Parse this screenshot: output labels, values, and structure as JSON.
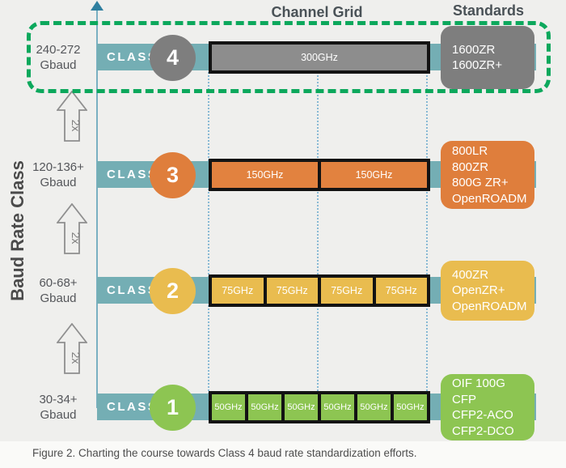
{
  "figure": {
    "channel_grid_title": "Channel Grid",
    "standards_title": "Standards",
    "y_axis_label": "Baud Rate Class",
    "scale_label": "2x",
    "caption": "Figure 2.  Charting the course towards Class 4 baud rate standardization efforts."
  },
  "rows": [
    {
      "class_word": "CLASS",
      "number": "4",
      "baud_range": "240-272",
      "baud_unit": "Gbaud",
      "cells": [
        "300GHz"
      ],
      "standards": [
        "1600ZR",
        "1600ZR+"
      ],
      "color": "#7e7e7e",
      "cell_color": "#8d8d8d",
      "highlighted": true
    },
    {
      "class_word": "CLASS",
      "number": "3",
      "baud_range": "120-136+",
      "baud_unit": "Gbaud",
      "cells": [
        "150GHz",
        "150GHz"
      ],
      "standards": [
        "800LR",
        "800ZR",
        "800G ZR+",
        "OpenROADM"
      ],
      "color": "#df7e3c",
      "cell_color": "#e2823f",
      "highlighted": false
    },
    {
      "class_word": "CLASS",
      "number": "2",
      "baud_range": "60-68+",
      "baud_unit": "Gbaud",
      "cells": [
        "75GHz",
        "75GHz",
        "75GHz",
        "75GHz"
      ],
      "standards": [
        "400ZR",
        "OpenZR+",
        "OpenROADM"
      ],
      "color": "#e9bc4f",
      "cell_color": "#e9bc4f",
      "highlighted": false
    },
    {
      "class_word": "CLASS",
      "number": "1",
      "baud_range": "30-34+",
      "baud_unit": "Gbaud",
      "cells": [
        "50GHz",
        "50GHz",
        "50GHz",
        "50GHz",
        "50GHz",
        "50GHz"
      ],
      "standards": [
        "OIF 100G",
        "CFP",
        "CFP2-ACO",
        "CFP2-DCO"
      ],
      "color": "#8dc552",
      "cell_color": "#8dc552",
      "highlighted": false
    }
  ],
  "colors": {
    "background": "#efefed",
    "teal_bar": "#74aeb4",
    "axis_line": "#79b0c2",
    "axis_arrow": "#2f7f9f",
    "grid_guide_line": "#88b9d4",
    "highlight_dash": "#0ca85c",
    "cell_border": "#131313",
    "text_dark": "#4a5257"
  }
}
